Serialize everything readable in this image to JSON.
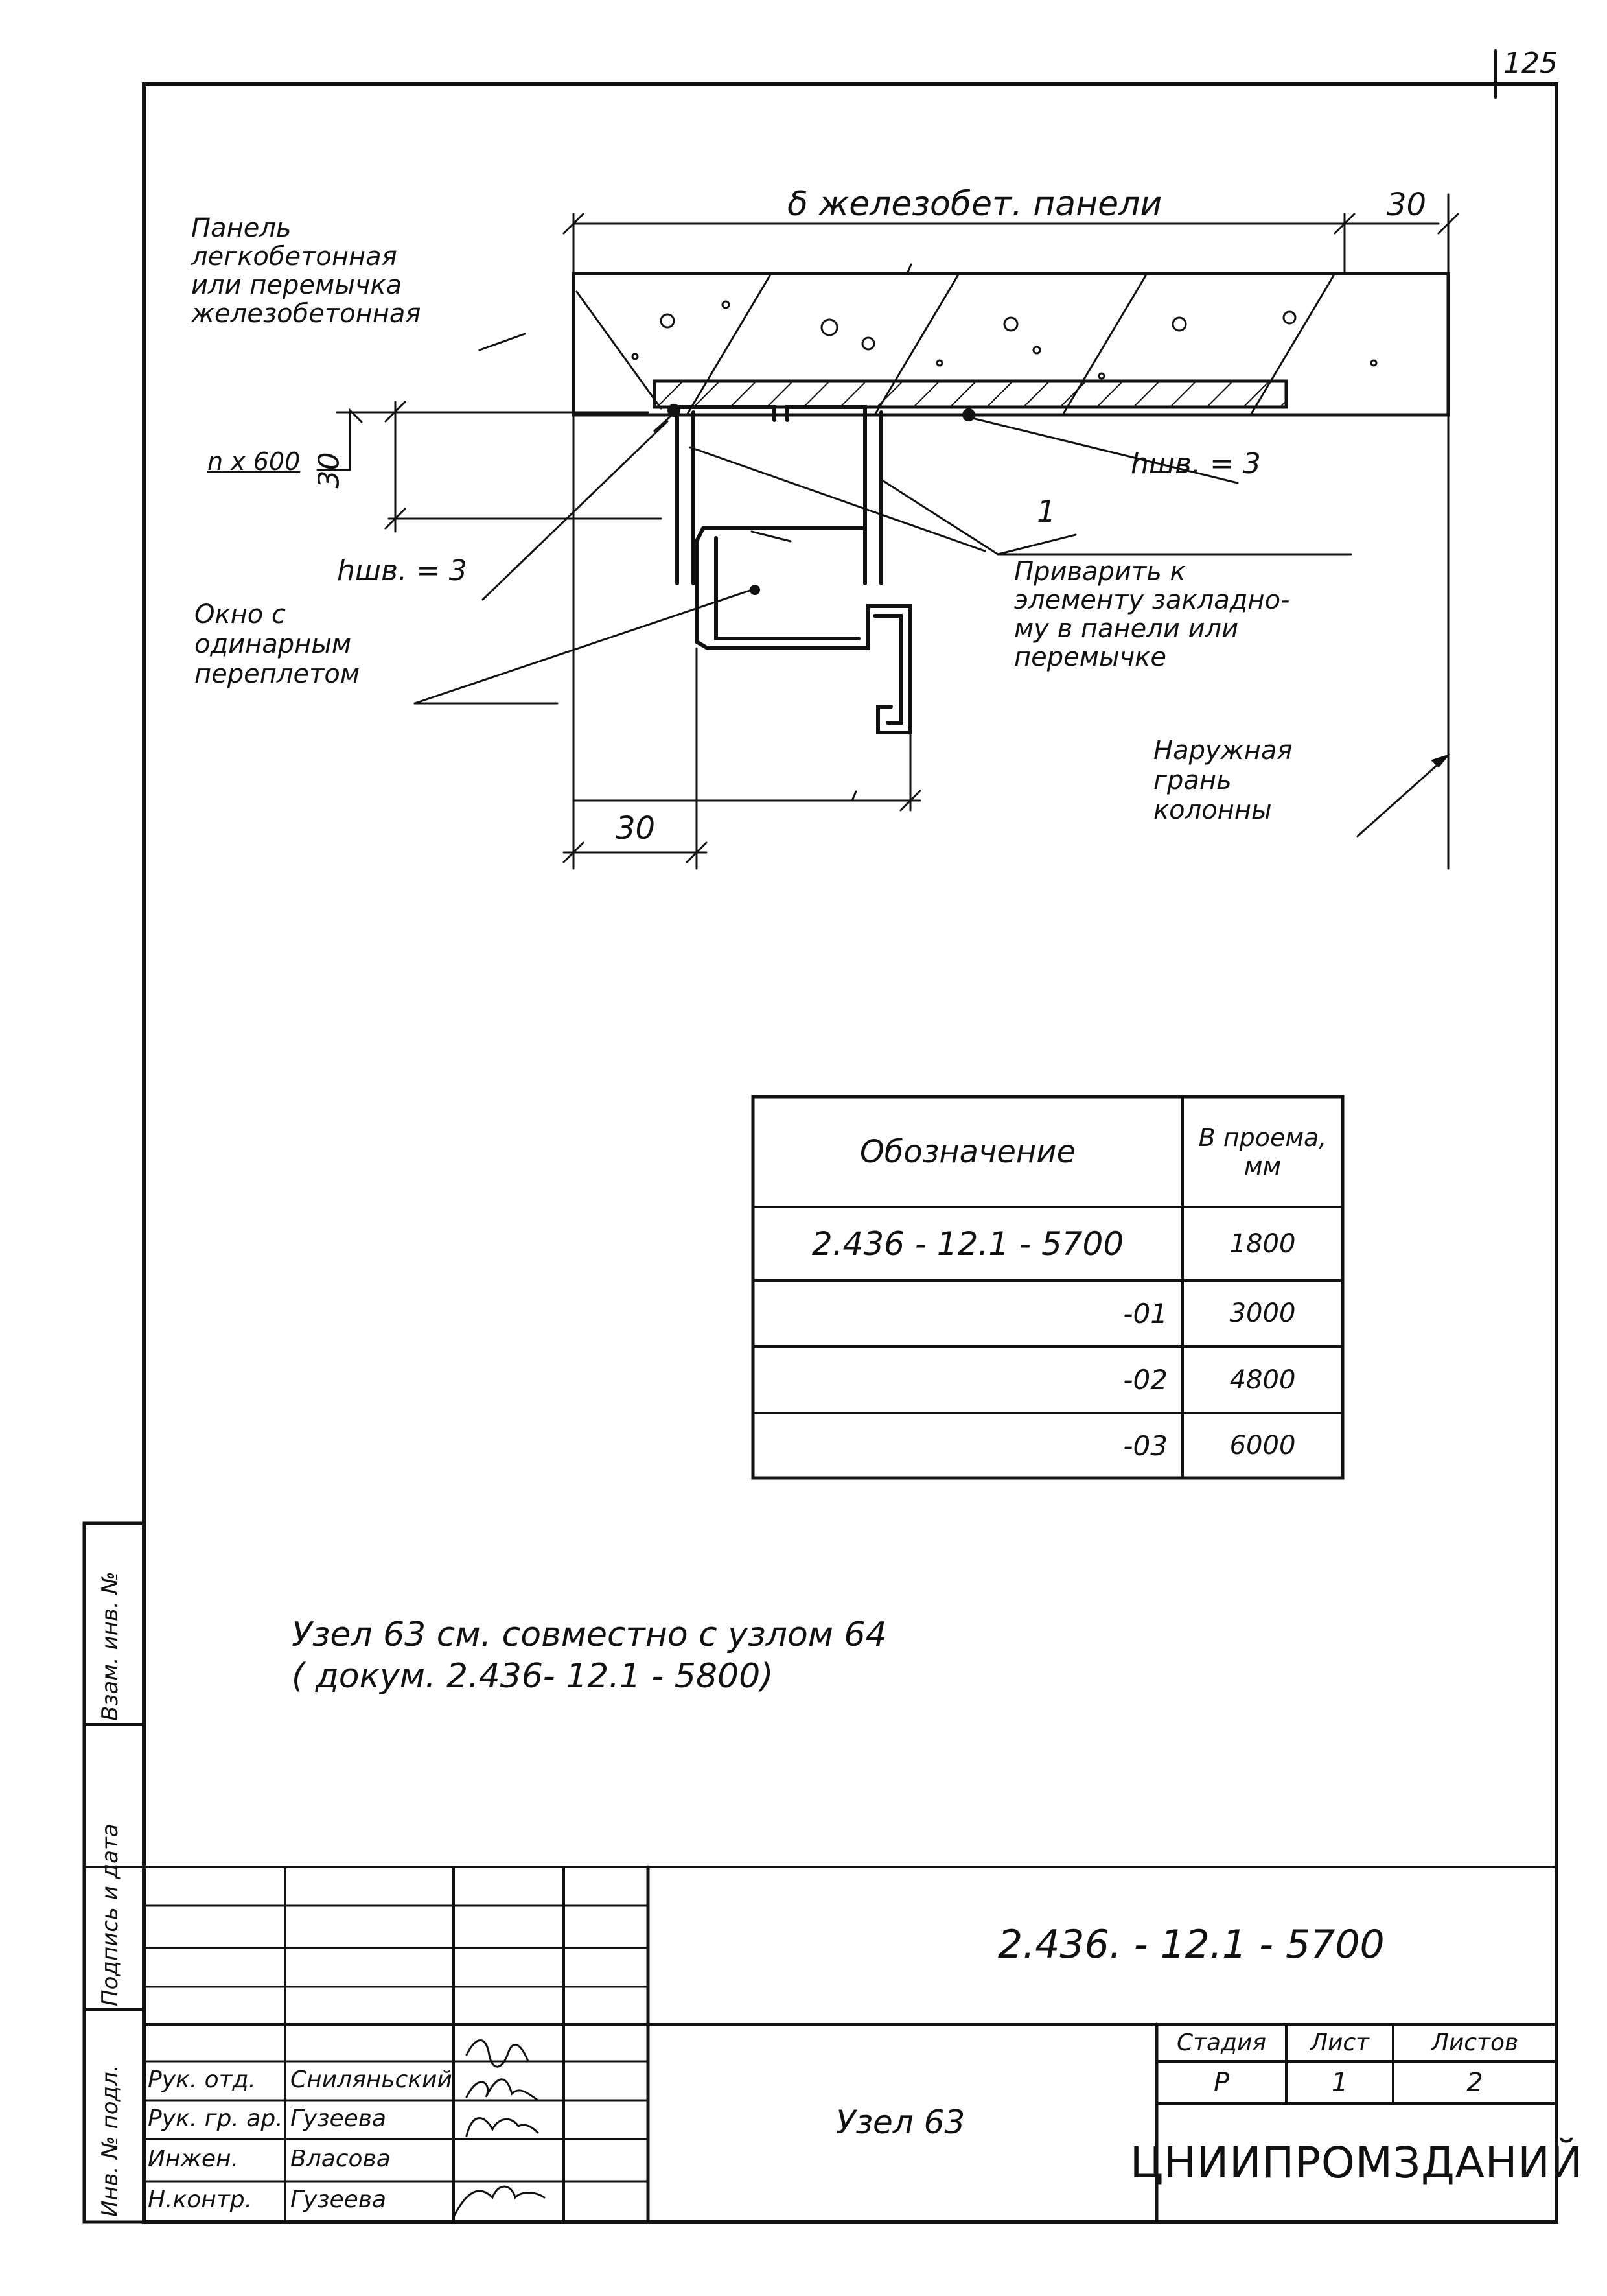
{
  "sheet_number": "125",
  "drawing": {
    "width_label": "δ железобет. панели",
    "dim_30_top": "30",
    "dim_30_bottom": "30",
    "dim_30_left": "30",
    "mark_1": "1",
    "panel_label": [
      "Панель",
      "легкобетонная",
      "или перемычка",
      "железобетонная"
    ],
    "nx600": "n x 600",
    "weld_left": "hшв. = 3",
    "weld_right": "hшв. = 3",
    "window_label": [
      "Окно с",
      "одинарным",
      "переплетом"
    ],
    "weld_note": [
      "Приварить к",
      "элементу закладно-",
      "му в панели или",
      "перемычке"
    ],
    "outer_face": [
      "Наружная",
      "грань",
      "колонны"
    ]
  },
  "table": {
    "col1_header": "Обозначение",
    "col2_header": [
      "В проема,",
      "мм"
    ],
    "rows": [
      {
        "code": "2.436 - 12.1 - 5700",
        "value": "1800"
      },
      {
        "code": "-01",
        "value": "3000"
      },
      {
        "code": "-02",
        "value": "4800"
      },
      {
        "code": "-03",
        "value": "6000"
      }
    ]
  },
  "note": [
    "Узел 63 см. совместно с узлом 64",
    "( докум. 2.436- 12.1 - 5800)"
  ],
  "side_stamp": {
    "inv_orig": "Инв. № подл.",
    "sign_date": "Подпись и дата",
    "vzam_inv": "Взам. инв. №"
  },
  "title_block": {
    "doc_code": "2.436. - 12.1 - 5700",
    "title": "Узел 63",
    "stage_label": "Стадия",
    "sheet_label": "Лист",
    "sheets_label": "Листов",
    "stage": "Р",
    "sheet": "1",
    "sheets": "2",
    "org": "ЦНИИПРОМЗДАНИЙ",
    "people": [
      {
        "role": "Рук. отд.",
        "name": "Сниляньский"
      },
      {
        "role": "Рук. гр. ар.",
        "name": "Гузеева"
      },
      {
        "role": "Инжен.",
        "name": "Власова"
      },
      {
        "role": "Н.контр.",
        "name": "Гузеева"
      }
    ]
  }
}
